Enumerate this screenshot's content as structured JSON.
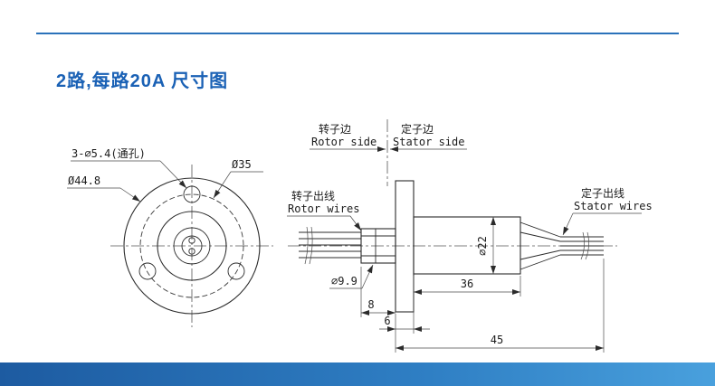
{
  "page": {
    "title": "2路,每路20A  尺寸图"
  },
  "colors": {
    "accent": "#1a61b5",
    "rule": "#2a72ba",
    "footer_left": "#1d5ba1",
    "footer_right": "#49a0dd",
    "line": "#2b2b2b"
  },
  "labels": {
    "rotor_side_cn": "转子边",
    "rotor_side_en": "Rotor side",
    "stator_side_cn": "定子边",
    "stator_side_en": "Stator side",
    "rotor_wires_cn": "转子出线",
    "rotor_wires_en": "Rotor wires",
    "stator_wires_cn": "定子出线",
    "stator_wires_en": "Stator wires"
  },
  "dims": {
    "bolt_holes": "3-∅5.4(通孔)",
    "flange_d": "Ø44.8",
    "bolt_circle_d": "Ø35",
    "shaft_d": "∅9.9",
    "body_d": "∅22",
    "body_len": "36",
    "shaft_len": "8",
    "flange_t": "6",
    "total_len": "45"
  }
}
